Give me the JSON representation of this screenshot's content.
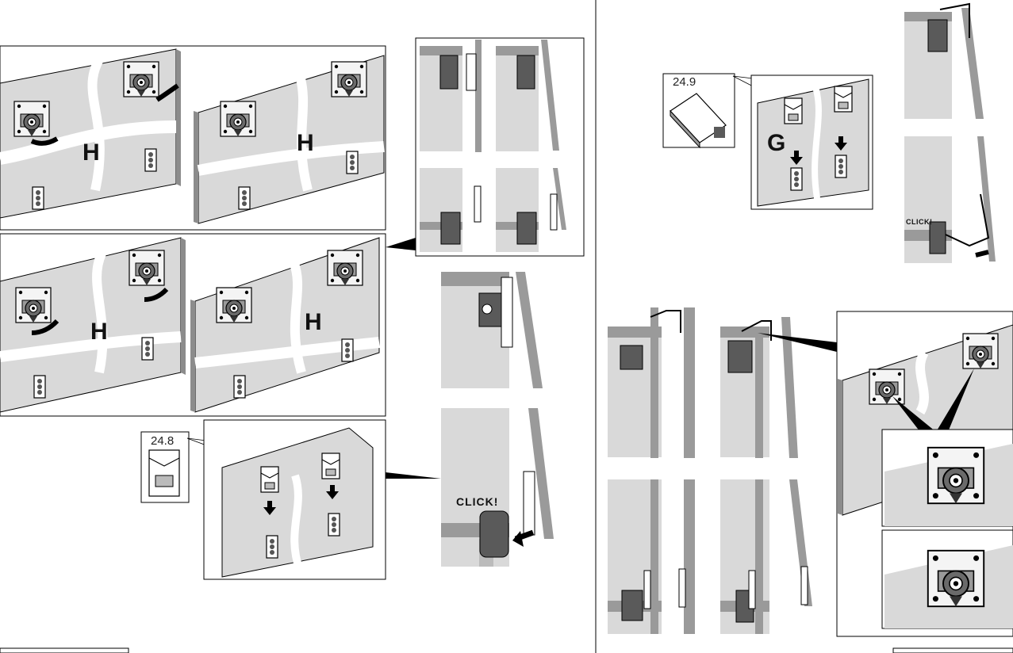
{
  "labels": {
    "step_h": "H",
    "step_g": "G",
    "ref_left": "24.8",
    "ref_right": "24.9",
    "click_big": "CLICK!",
    "click_small": "CLICK!"
  },
  "colors": {
    "panel": "#d9d9d9",
    "panel_edge": "#8c8c8c",
    "part_dark": "#5a5a5a",
    "line": "#000000",
    "break": "#ffffff"
  },
  "icons": {
    "rotate_arrow": "curved-arrow-icon",
    "down_arrow": "down-arrow-icon",
    "push_arrow": "left-arrow-icon"
  }
}
